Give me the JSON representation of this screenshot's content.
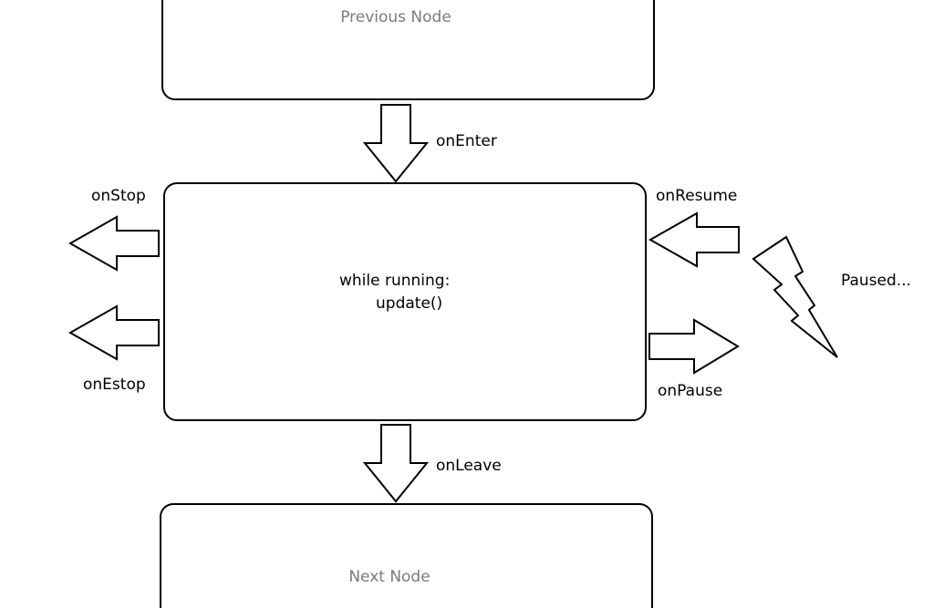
{
  "nodes": {
    "previous": "Previous Node",
    "current_line1": "while running:",
    "current_line2": "update()",
    "next": "Next Node"
  },
  "transitions": {
    "enter": "onEnter",
    "leave": "onLeave",
    "stop": "onStop",
    "estop": "onEstop",
    "resume": "onResume",
    "pause": "onPause"
  },
  "paused_state": "Paused...",
  "colors": {
    "outline": "#000000",
    "muted_text": "#7a7a7a",
    "background": "#ffffff"
  }
}
